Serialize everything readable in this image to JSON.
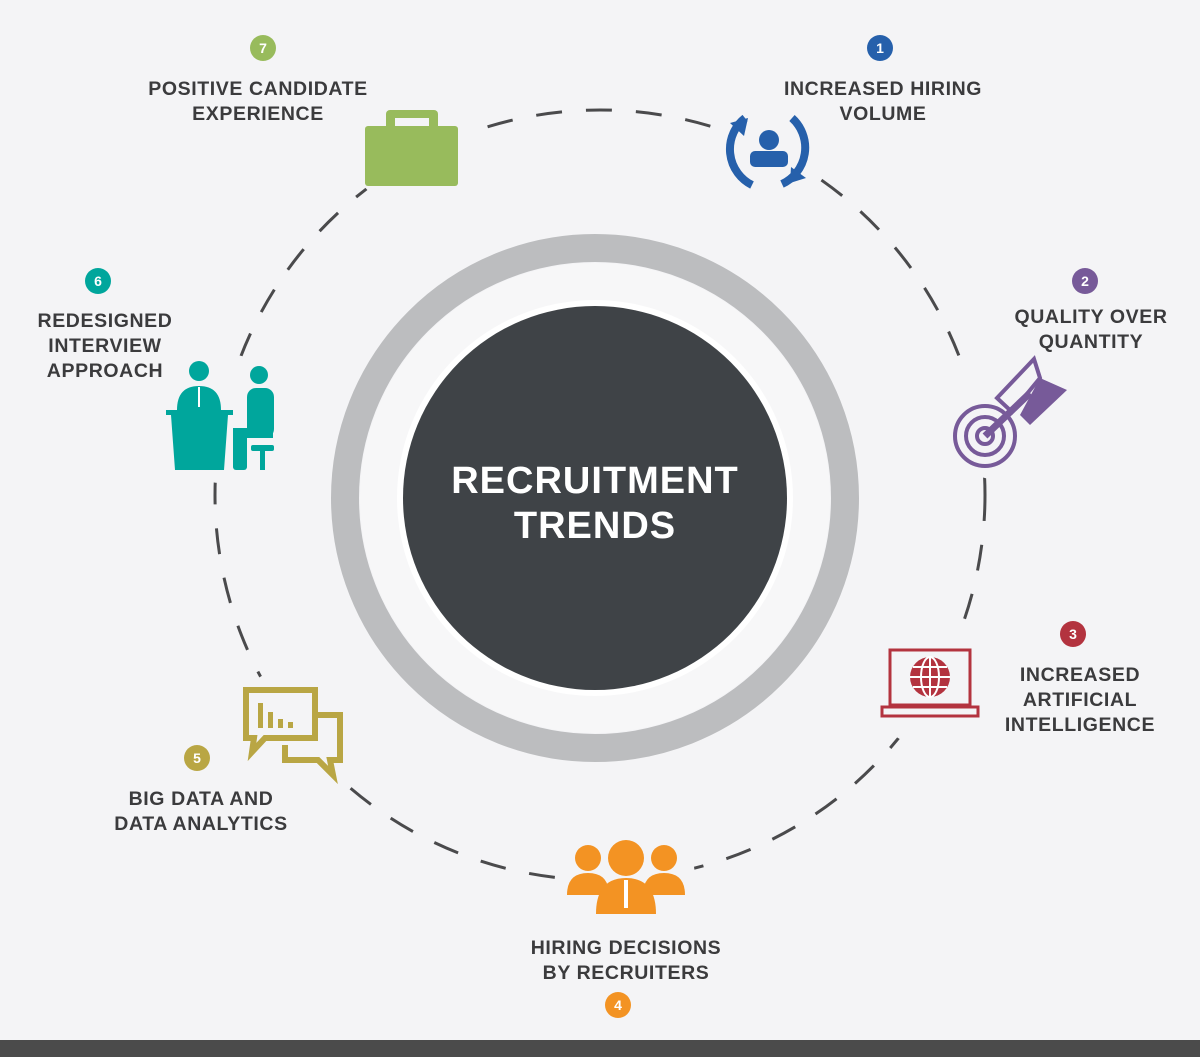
{
  "title": {
    "line1": "RECRUITMENT",
    "line2": "TRENDS"
  },
  "items": [
    {
      "number": "1",
      "lines": [
        "INCREASED HIRING",
        "VOLUME"
      ],
      "icon": "person-refresh-icon",
      "color": "#2660ab"
    },
    {
      "number": "2",
      "lines": [
        "QUALITY OVER",
        "QUANTITY"
      ],
      "icon": "target-arrow-icon",
      "color": "#775a99"
    },
    {
      "number": "3",
      "lines": [
        "INCREASED",
        "ARTIFICIAL",
        "INTELLIGENCE"
      ],
      "icon": "laptop-globe-icon",
      "color": "#b3333f"
    },
    {
      "number": "4",
      "lines": [
        "HIRING DECISIONS",
        "BY RECRUITERS"
      ],
      "icon": "team-icon",
      "color": "#f39323"
    },
    {
      "number": "5",
      "lines": [
        "BIG DATA AND",
        "DATA ANALYTICS"
      ],
      "icon": "chat-chart-icon",
      "color": "#b9a644"
    },
    {
      "number": "6",
      "lines": [
        "REDESIGNED",
        "INTERVIEW",
        "APPROACH"
      ],
      "icon": "interview-icon",
      "color": "#00a69c"
    },
    {
      "number": "7",
      "lines": [
        "POSITIVE CANDIDATE",
        "EXPERIENCE"
      ],
      "icon": "briefcase-icon",
      "color": "#98bb5c"
    }
  ]
}
